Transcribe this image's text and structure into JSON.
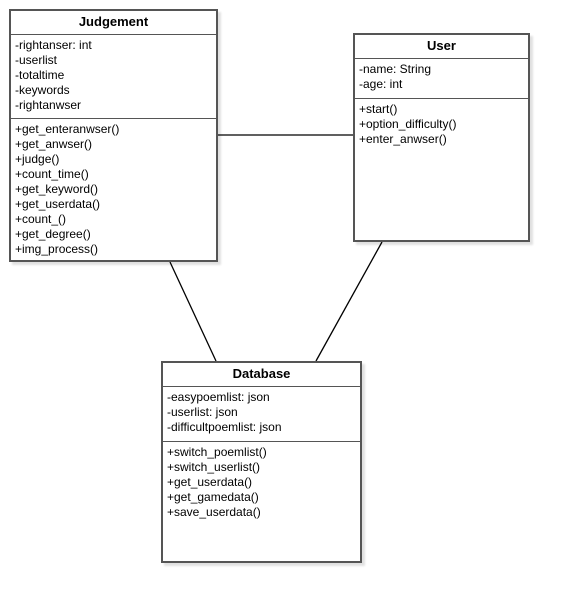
{
  "classes": {
    "judgement": {
      "name": "Judgement",
      "attributes": [
        "-rightanser: int",
        "-userlist",
        "-totaltime",
        "-keywords",
        "-rightanwser"
      ],
      "methods": [
        "+get_enteranwser()",
        "+get_anwser()",
        "+judge()",
        "+count_time()",
        "+get_keyword()",
        "+get_userdata()",
        "+count_()",
        "+get_degree()",
        "+img_process()"
      ]
    },
    "user": {
      "name": "User",
      "attributes": [
        "-name: String",
        "-age: int"
      ],
      "methods": [
        "+start()",
        "+option_difficulty()",
        "+enter_anwser()"
      ]
    },
    "database": {
      "name": "Database",
      "attributes": [
        "-easypoemlist: json",
        "-userlist: json",
        "-difficultpoemlist: json"
      ],
      "methods": [
        "+switch_poemlist()",
        "+switch_userlist()",
        "+get_userdata()",
        "+get_gamedata()",
        "+save_userdata()"
      ]
    }
  },
  "associations": [
    {
      "from": "Judgement",
      "to": "User"
    },
    {
      "from": "Judgement",
      "to": "Database"
    },
    {
      "from": "User",
      "to": "Database"
    }
  ],
  "colors": {
    "border": "#555555",
    "line": "#000000",
    "background": "#ffffff"
  }
}
